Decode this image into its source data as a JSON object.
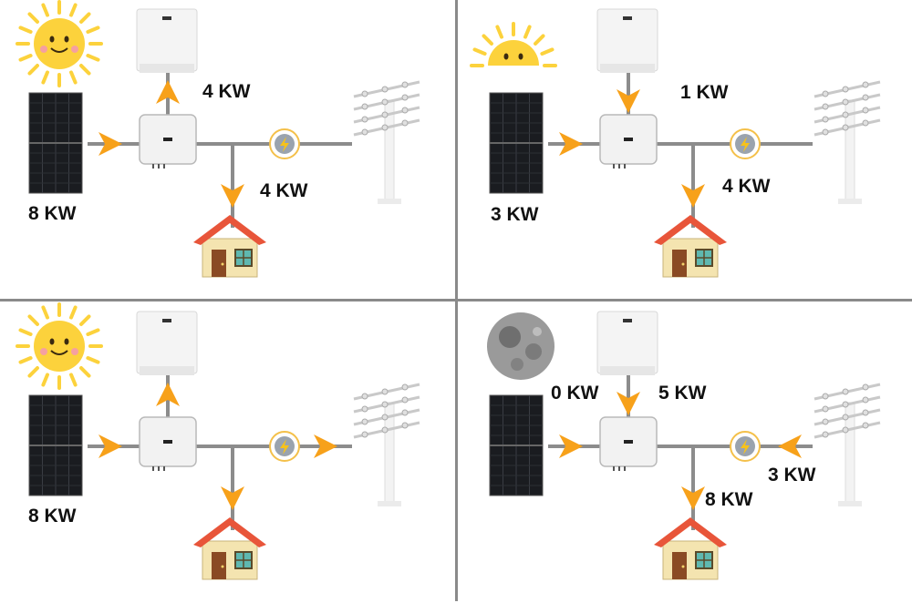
{
  "colors": {
    "arrow": "#f7a11a",
    "line": "#8c8c8c",
    "divider": "#8a8a8a",
    "sun": "#fcd23c",
    "roof": "#e8553a",
    "wall": "#f4e4b0",
    "door": "#8a4a24",
    "window": "#5fb8b0",
    "panel": "#1a1c20",
    "moon": "#9a9a9a"
  },
  "scenarios": [
    {
      "sky": "sun",
      "labels": {
        "solar": "8 KW",
        "battery": "4 KW",
        "load": "4 KW"
      },
      "flows": {
        "solar_to_inverter": "in",
        "battery": "charge",
        "load": "to-home",
        "grid": "none"
      }
    },
    {
      "sky": "sun-setting",
      "labels": {
        "solar": "3 KW",
        "battery": "1 KW",
        "load": "4 KW"
      },
      "flows": {
        "solar_to_inverter": "in",
        "battery": "discharge",
        "load": "to-home",
        "grid": "none"
      }
    },
    {
      "sky": "sun",
      "labels": {
        "solar": "8 KW"
      },
      "flows": {
        "solar_to_inverter": "in",
        "battery": "charge",
        "load": "to-home",
        "grid": "export"
      }
    },
    {
      "sky": "moon",
      "labels": {
        "solar": "0 KW",
        "battery": "5 KW",
        "grid": "3 KW",
        "load": "8 KW"
      },
      "flows": {
        "solar_to_inverter": "in",
        "battery": "discharge",
        "load": "to-home",
        "grid": "import"
      }
    }
  ]
}
